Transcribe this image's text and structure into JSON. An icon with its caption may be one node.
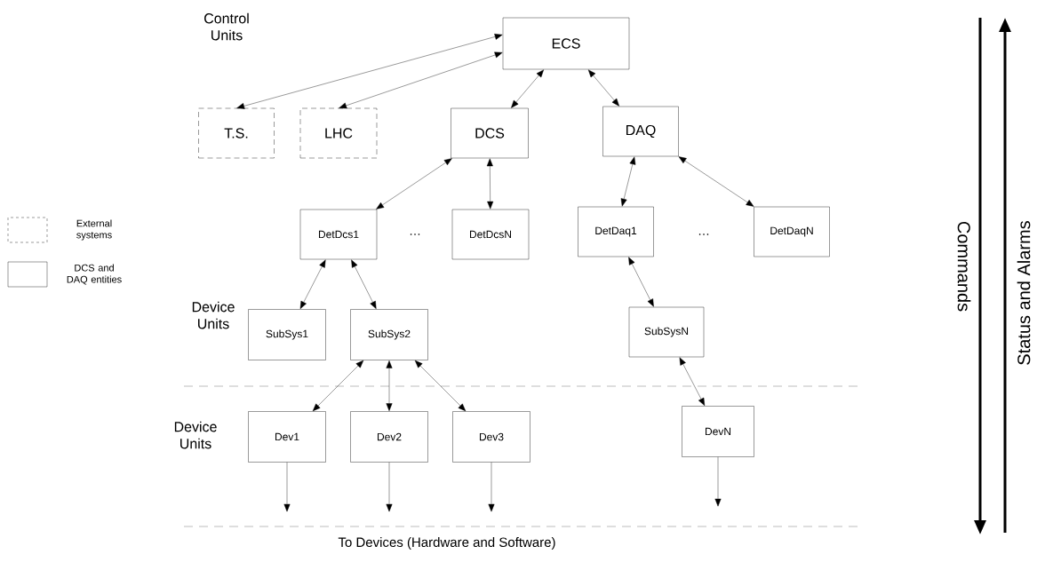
{
  "diagram": {
    "nodes": [
      {
        "text": [
          "ECS"
        ]
      },
      {
        "text": [
          "T.S."
        ]
      },
      {
        "text": [
          "LHC"
        ]
      },
      {
        "text": [
          "DCS"
        ]
      },
      {
        "text": [
          "DAQ"
        ]
      },
      {
        "text": [
          "DetDcs1"
        ]
      },
      {
        "text": [
          "DetDcsN"
        ]
      },
      {
        "text": [
          "DetDaq1"
        ]
      },
      {
        "text": [
          "DetDaqN"
        ]
      },
      {
        "text": [
          "SubSys1"
        ]
      },
      {
        "text": [
          "SubSys2"
        ]
      },
      {
        "text": [
          "SubSysN"
        ]
      },
      {
        "text": [
          "Dev1"
        ]
      },
      {
        "text": [
          "Dev2"
        ]
      },
      {
        "text": [
          "Dev3"
        ]
      },
      {
        "text": [
          "DevN"
        ]
      }
    ],
    "edges": [
      {
        "from": 0,
        "to": 1,
        "arrow": "both"
      },
      {
        "from": 0,
        "to": 2,
        "arrow": "both"
      },
      {
        "from": 0,
        "to": 3,
        "arrow": "both"
      },
      {
        "from": 0,
        "to": 4,
        "arrow": "both"
      },
      {
        "from": 3,
        "to": 5,
        "arrow": "both"
      },
      {
        "from": 3,
        "to": 6,
        "arrow": "both"
      },
      {
        "from": 4,
        "to": 7,
        "arrow": "both"
      },
      {
        "from": 4,
        "to": 8,
        "arrow": "both"
      },
      {
        "from": 5,
        "to": 9,
        "arrow": "both"
      },
      {
        "from": 5,
        "to": 10,
        "arrow": "both"
      },
      {
        "from": 7,
        "to": 11,
        "arrow": "both"
      },
      {
        "from": 10,
        "to": 12,
        "arrow": "both"
      },
      {
        "from": 10,
        "to": 13,
        "arrow": "both"
      },
      {
        "from": 10,
        "to": 14,
        "arrow": "both"
      },
      {
        "from": 11,
        "to": 15,
        "arrow": "both"
      },
      {
        "from": 12,
        "to": null,
        "arrow": "to"
      },
      {
        "from": 13,
        "to": null,
        "arrow": "to"
      },
      {
        "from": 14,
        "to": null,
        "arrow": "to"
      },
      {
        "from": 15,
        "to": null,
        "arrow": "to"
      }
    ],
    "labels": [
      "Control Units",
      "Device Units",
      "…",
      "…",
      "Device Units",
      "To Devices (Hardware and Software)",
      "Commands",
      "Status and Alarms"
    ],
    "legend": [
      {
        "text": "External systems"
      },
      {
        "text": "DCS and DAQ entities"
      }
    ]
  }
}
